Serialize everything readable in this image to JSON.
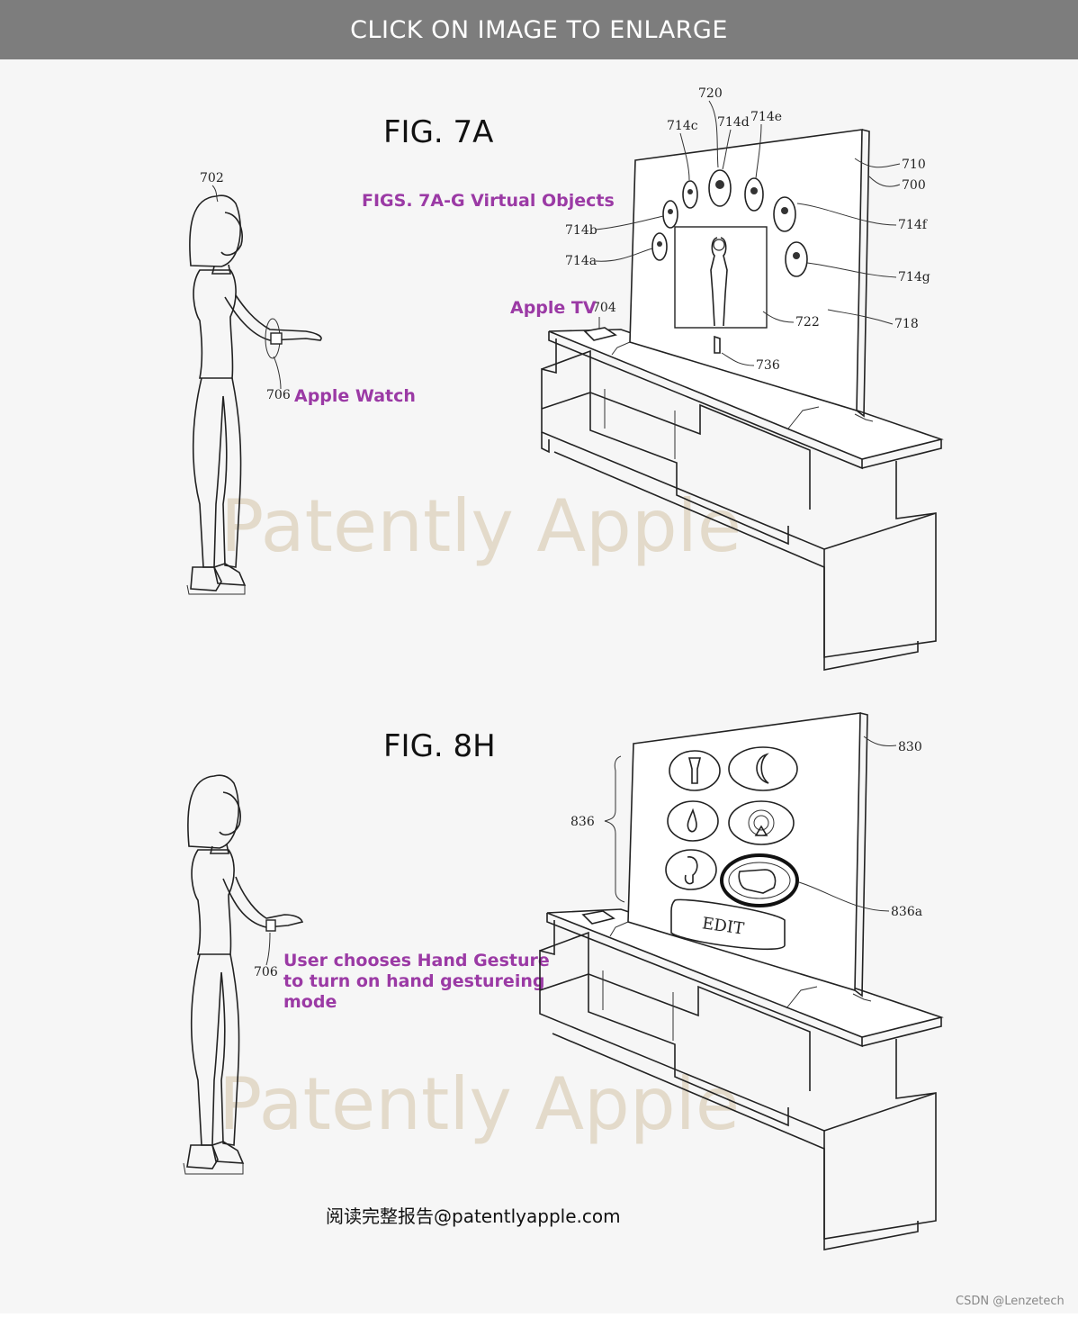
{
  "header": {
    "banner_text": "CLICK ON IMAGE TO ENLARGE"
  },
  "figure_7a": {
    "title": "FIG. 7A",
    "annotation_virtual_objects": "FIGS. 7A-G Virtual Objects",
    "annotation_apple_tv": "Apple TV",
    "annotation_apple_watch": "Apple Watch",
    "refs": [
      "702",
      "706",
      "720",
      "714c",
      "714d",
      "714e",
      "710",
      "700",
      "714b",
      "714f",
      "714a",
      "714g",
      "704",
      "722",
      "718",
      "736"
    ]
  },
  "figure_8h": {
    "title": "FIG. 8H",
    "annotation_gesture_lines": [
      "User chooses Hand Gesture",
      "to turn on hand gestureing",
      "mode"
    ],
    "edit_label": "EDIT",
    "refs": [
      "830",
      "836",
      "836a",
      "706"
    ]
  },
  "watermark": "Patently Apple",
  "footer_text": "阅读完整报告@patentlyapple.com",
  "credit": "CSDN @Lenzetech",
  "colors": {
    "banner_bg": "#7d7d7d",
    "annotation": "#9b3aa5",
    "watermark": "#d9ccb4",
    "background": "#f6f6f6"
  },
  "icons": [
    "person-figure",
    "smart-watch-icon",
    "television-icon",
    "apple-tv-box-icon",
    "tv-stand-icon",
    "flashlight-icon",
    "moon-icon",
    "water-drop-icon",
    "airplay-icon",
    "ear-icon",
    "hand-gesture-icon"
  ]
}
